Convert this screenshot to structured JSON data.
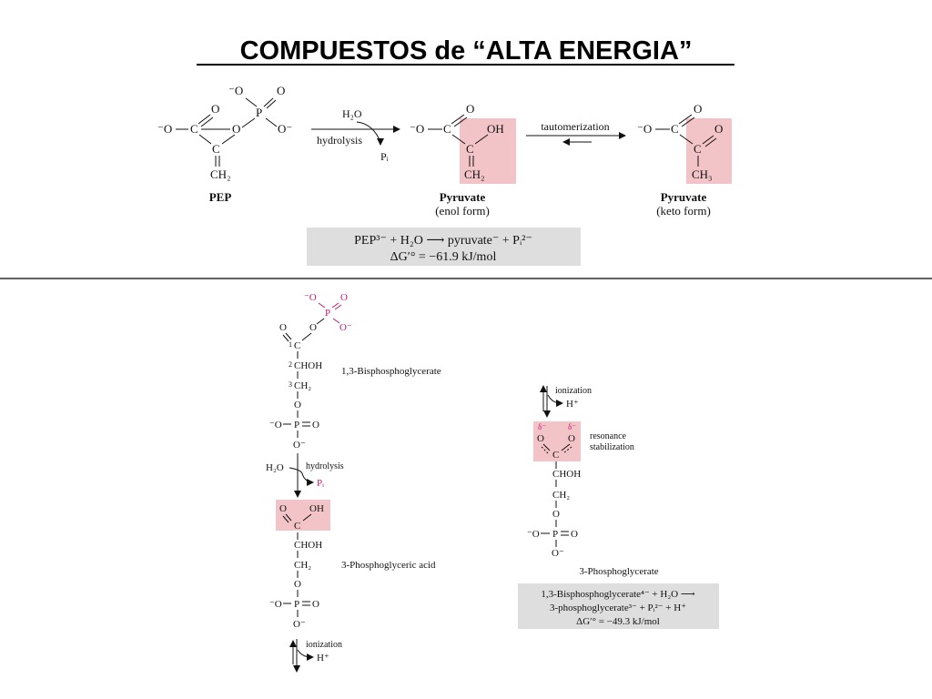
{
  "slide": {
    "title": "COMPUESTOS de “ALTA ENERGIA”"
  },
  "colors": {
    "highlight": "#f2c4c8",
    "magenta": "#c8196e",
    "box": "#dedede",
    "ink": "#111111"
  },
  "top_reaction": {
    "pep_name": "PEP",
    "arrow1_top": "H₂O",
    "arrow1_bottom": "hydrolysis",
    "arrow1_product": "Pᵢ",
    "enol_name": "Pyruvate",
    "enol_form": "(enol form)",
    "arrow2_label": "tautomerization",
    "keto_name": "Pyruvate",
    "keto_form": "(keto form)",
    "equation_line1": "PEP³⁻ + H₂O ⟶ pyruvate⁻ + Pᵢ²⁻",
    "equation_line2": "ΔG′° = −61.9 kJ/mol"
  },
  "bottom_reaction": {
    "bpg_name": "1,3-Bisphosphoglycerate",
    "hydrolysis_water": "H₂O",
    "hydrolysis_label": "hydrolysis",
    "hydrolysis_product": "Pᵢ",
    "acid_name": "3-Phosphoglyceric acid",
    "ionization_label": "ionization",
    "ionization_product": "H⁺",
    "ionization_label_right": "ionization",
    "ionization_product_right": "H⁺",
    "resonance_label_1": "resonance",
    "resonance_label_2": "stabilization",
    "delta_left": "δ⁻",
    "delta_right": "δ⁻",
    "pg_name": "3-Phosphoglycerate",
    "equation_line1": "1,3-Bisphosphoglycerate⁴⁻ + H₂O ⟶",
    "equation_line2": "3-phosphoglycerate³⁻ + Pᵢ²⁻ + H⁺",
    "equation_line3": "ΔG′° = −49.3 kJ/mol"
  }
}
